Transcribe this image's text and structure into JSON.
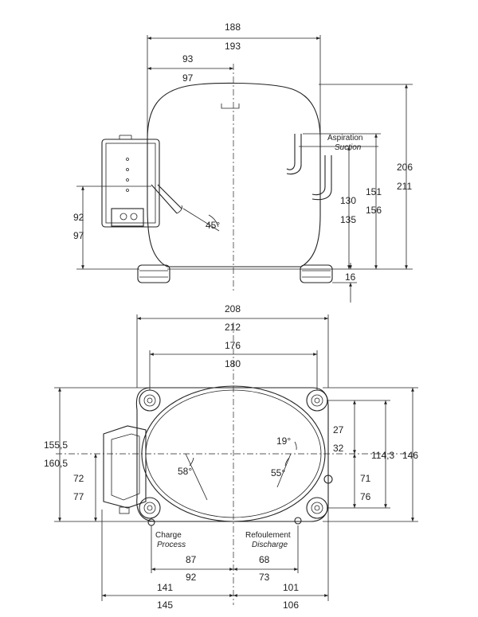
{
  "top_view": {
    "width_dims": [
      "188",
      "193"
    ],
    "offset_dims": [
      "93",
      "97"
    ],
    "height_dims": [
      "206",
      "211"
    ],
    "suction_height_dims": [
      "151",
      "156"
    ],
    "inner_height_dims": [
      "130",
      "135"
    ],
    "terminal_height_dims": [
      "92",
      "97"
    ],
    "foot_dim": "16",
    "angle": "45°",
    "suction_label": "Aspiration",
    "suction_label_en": "Suction"
  },
  "bottom_view": {
    "base_width_dims": [
      "208",
      "212"
    ],
    "mount_width_dims": [
      "176",
      "180"
    ],
    "left_depth_dims": [
      "155,5",
      "160,5"
    ],
    "left_low_dims": [
      "72",
      "77"
    ],
    "right_total_dims": [
      "114,3",
      "146"
    ],
    "right_small_dims": [
      "27",
      "32"
    ],
    "right_low_dims": [
      "71",
      "76"
    ],
    "angle_left": "58°",
    "angle_right_upper": "19°",
    "angle_right_lower": "55°",
    "charge_label": "Charge",
    "charge_label_en": "Process",
    "discharge_label": "Refoulement",
    "discharge_label_en": "Discharge",
    "bottom_left_dims": [
      "87",
      "92"
    ],
    "bottom_right_dims": [
      "68",
      "73"
    ],
    "bottom_far_left_dims": [
      "141",
      "145"
    ],
    "bottom_far_right_dims": [
      "101",
      "106"
    ]
  }
}
